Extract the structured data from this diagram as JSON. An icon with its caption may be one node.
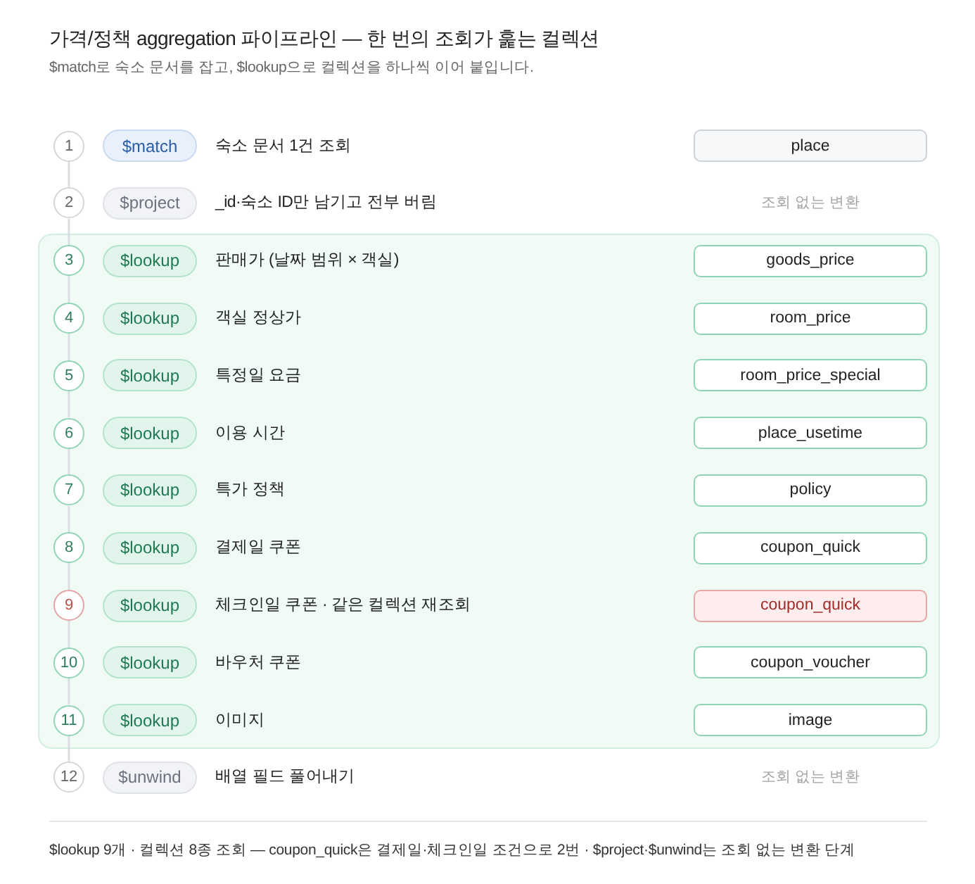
{
  "diagram": {
    "title": "가격/정책 aggregation 파이프라인 — 한 번의 조회가 훑는 컬렉션",
    "caption": "$lookup 9개 · 컬렉션 8종 조회 — coupon_quick은 결제일·체크인일 조건으로 2번 · $project·$unwind는 조회 없는 변환 단계",
    "nodes": [
      {
        "text": [
          "1"
        ]
      },
      {
        "text": [
          "$match"
        ],
        "beside": [
          "숙소 문서 1건 조회"
        ]
      },
      {
        "text": [
          "place"
        ]
      },
      {
        "text": [
          "2"
        ]
      },
      {
        "text": [
          "$project"
        ],
        "beside": [
          "_id·숙소 ID만 남기고 전부 버림"
        ]
      },
      {
        "text": [],
        "shape": "box"
      },
      {
        "text": [
          "3"
        ],
        "in": 5
      },
      {
        "text": [
          "$lookup"
        ],
        "in": 5,
        "beside": [
          "판매가 (날짜 범위 × 객실)"
        ]
      },
      {
        "text": [
          "goods_price"
        ],
        "in": 5
      },
      {
        "text": [
          "4"
        ],
        "in": 5
      },
      {
        "text": [
          "$lookup"
        ],
        "in": 5,
        "beside": [
          "객실 정상가"
        ]
      },
      {
        "text": [
          "room_price"
        ],
        "in": 5
      },
      {
        "text": [
          "5"
        ],
        "in": 5
      },
      {
        "text": [
          "$lookup"
        ],
        "in": 5,
        "beside": [
          "특정일 요금"
        ]
      },
      {
        "text": [
          "room_price_special"
        ],
        "in": 5
      },
      {
        "text": [
          "6"
        ],
        "in": 5
      },
      {
        "text": [
          "$lookup"
        ],
        "in": 5,
        "beside": [
          "이용 시간"
        ]
      },
      {
        "text": [
          "place_usetime"
        ],
        "in": 5
      },
      {
        "text": [
          "7"
        ],
        "in": 5
      },
      {
        "text": [
          "$lookup"
        ],
        "in": 5,
        "beside": [
          "특가 정책"
        ]
      },
      {
        "text": [
          "policy"
        ],
        "in": 5
      },
      {
        "text": [
          "8"
        ],
        "in": 5
      },
      {
        "text": [
          "$lookup"
        ],
        "in": 5,
        "beside": [
          "결제일 쿠폰"
        ]
      },
      {
        "text": [
          "coupon_quick"
        ],
        "in": 5
      },
      {
        "text": [
          "9"
        ],
        "in": 5
      },
      {
        "text": [
          "$lookup"
        ],
        "in": 5,
        "beside": [
          "체크인일 쿠폰 · 같은 컬렉션 재조회"
        ]
      },
      {
        "text": [
          "coupon_quick"
        ],
        "in": 5
      },
      {
        "text": [
          "10"
        ],
        "in": 5
      },
      {
        "text": [
          "$lookup"
        ],
        "in": 5,
        "beside": [
          "바우처 쿠폰"
        ]
      },
      {
        "text": [
          "coupon_voucher"
        ],
        "in": 5
      },
      {
        "text": [
          "11"
        ],
        "in": 5
      },
      {
        "text": [
          "$lookup"
        ],
        "in": 5,
        "beside": [
          "이미지"
        ]
      },
      {
        "text": [
          "image"
        ],
        "in": 5
      },
      {
        "text": [
          "12"
        ]
      },
      {
        "text": [
          "$unwind"
        ],
        "beside": [
          "배열 필드 풀어내기"
        ]
      }
    ],
    "edges": [
      {
        "from": 0,
        "to": 3,
        "arrow": "none"
      },
      {
        "from": 3,
        "to": 6,
        "arrow": "none"
      },
      {
        "from": 6,
        "to": 9,
        "arrow": "none"
      },
      {
        "from": 9,
        "to": 12,
        "arrow": "none"
      },
      {
        "from": 12,
        "to": 15,
        "arrow": "none"
      },
      {
        "from": 15,
        "to": 18,
        "arrow": "none"
      },
      {
        "from": 18,
        "to": 21,
        "arrow": "none"
      },
      {
        "from": 21,
        "to": 24,
        "arrow": "none"
      },
      {
        "from": 24,
        "to": 27,
        "arrow": "none"
      },
      {
        "from": 27,
        "to": 30,
        "arrow": "none"
      },
      {
        "from": 30,
        "to": 33,
        "arrow": "none"
      }
    ],
    "labels": [
      "$match로 숙소 문서를 잡고, $lookup으로 컬렉션을 하나씩 이어 붙입니다.",
      "조회 없는 변환",
      "조회 없는 변환"
    ]
  }
}
